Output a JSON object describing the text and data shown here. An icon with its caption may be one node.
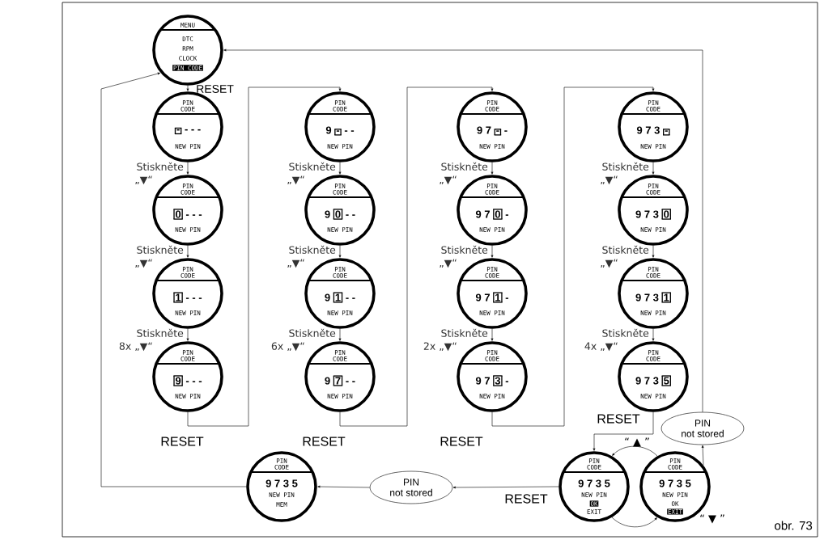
{
  "diagram": {
    "nodes": [
      {
        "text": [
          "MENU",
          "DTC",
          "RPM",
          "CLOCK",
          "PIN CODE"
        ]
      },
      {
        "text": [
          "PIN CODE",
          "**-** - - -",
          "NEW PIN"
        ]
      },
      {
        "text": [
          "PIN CODE",
          "**0** - - -",
          "NEW PIN"
        ]
      },
      {
        "text": [
          "PIN CODE",
          "**1** - - -",
          "NEW PIN"
        ]
      },
      {
        "text": [
          "PIN CODE",
          "**9** - - -",
          "NEW PIN"
        ]
      },
      {
        "text": [
          "PIN CODE",
          "9 **-** - -",
          "NEW PIN"
        ]
      },
      {
        "text": [
          "PIN CODE",
          "9 **0** - -",
          "NEW PIN"
        ]
      },
      {
        "text": [
          "PIN CODE",
          "9 **1** - -",
          "NEW PIN"
        ]
      },
      {
        "text": [
          "PIN CODE",
          "9 **7** - -",
          "NEW PIN"
        ]
      },
      {
        "text": [
          "PIN CODE",
          "9 7 **-** -",
          "NEW PIN"
        ]
      },
      {
        "text": [
          "PIN CODE",
          "9 7 **0** -",
          "NEW PIN"
        ]
      },
      {
        "text": [
          "PIN CODE",
          "9 7 **1** -",
          "NEW PIN"
        ]
      },
      {
        "text": [
          "PIN CODE",
          "9 7 **3** -",
          "NEW PIN"
        ]
      },
      {
        "text": [
          "PIN CODE",
          "9 7 3 **-**",
          "NEW PIN"
        ]
      },
      {
        "text": [
          "PIN CODE",
          "9 7 3 **0**",
          "NEW PIN"
        ]
      },
      {
        "text": [
          "PIN CODE",
          "9 7 3 **1**",
          "NEW PIN"
        ]
      },
      {
        "text": [
          "PIN CODE",
          "9 7 3 **5**",
          "NEW PIN"
        ]
      },
      {
        "text": [
          "PIN CODE",
          "9 7 3 5",
          "NEW PIN",
          "OK",
          "EXIT"
        ]
      },
      {
        "text": [
          "PIN CODE",
          "9 7 3 5",
          "NEW PIN",
          "OK",
          "EXIT"
        ]
      },
      {
        "text": [
          "PIN not stored"
        ]
      },
      {
        "text": [
          "PIN not stored"
        ]
      },
      {
        "text": [
          "PIN CODE",
          "9 7 3 5",
          "NEW PIN",
          "MEM"
        ]
      }
    ],
    "edges": [
      {
        "from": 0,
        "to": 1,
        "arrow": "to",
        "label": "RESET"
      },
      {
        "from": 1,
        "to": 2,
        "arrow": "to",
        "label": "Stiskněte „▼“"
      },
      {
        "from": 2,
        "to": 3,
        "arrow": "to",
        "label": "Stiskněte „▼“"
      },
      {
        "from": 3,
        "to": 4,
        "arrow": "to",
        "label": "Stiskněte 8x „▼“"
      },
      {
        "from": 4,
        "to": 5,
        "arrow": "to",
        "label": "RESET"
      },
      {
        "from": 5,
        "to": 6,
        "arrow": "to",
        "label": "Stiskněte „▼“"
      },
      {
        "from": 6,
        "to": 7,
        "arrow": "to",
        "label": "Stiskněte „▼“"
      },
      {
        "from": 7,
        "to": 8,
        "arrow": "to",
        "label": "Stiskněte 6x „▼“"
      },
      {
        "from": 8,
        "to": 9,
        "arrow": "to",
        "label": "RESET"
      },
      {
        "from": 9,
        "to": 10,
        "arrow": "to",
        "label": "Stiskněte „▼“"
      },
      {
        "from": 10,
        "to": 11,
        "arrow": "to",
        "label": "Stiskněte „▼“"
      },
      {
        "from": 11,
        "to": 12,
        "arrow": "to",
        "label": "Stiskněte 2x „▼“"
      },
      {
        "from": 12,
        "to": 13,
        "arrow": "to",
        "label": "RESET"
      },
      {
        "from": 13,
        "to": 14,
        "arrow": "to",
        "label": "Stiskněte „▼“"
      },
      {
        "from": 14,
        "to": 15,
        "arrow": "to",
        "label": "Stiskněte „▼“"
      },
      {
        "from": 15,
        "to": 16,
        "arrow": "to",
        "label": "Stiskněte 4x „▼“"
      },
      {
        "from": 16,
        "to": 17,
        "arrow": "to",
        "label": "RESET"
      },
      {
        "from": 18,
        "to": 17,
        "arrow": "to",
        "label": "“ ▲ ”"
      },
      {
        "from": 17,
        "to": 18,
        "arrow": "to",
        "label": "“ ▼ ”"
      },
      {
        "from": 18,
        "to": 19,
        "arrow": "to"
      },
      {
        "from": 19,
        "to": 0,
        "arrow": "to"
      },
      {
        "from": 17,
        "to": 20,
        "arrow": "to",
        "label": "RESET"
      },
      {
        "from": 20,
        "to": 21,
        "arrow": "to"
      },
      {
        "from": 21,
        "to": 0,
        "arrow": "to"
      }
    ],
    "labels": [
      "obr. 73"
    ]
  }
}
